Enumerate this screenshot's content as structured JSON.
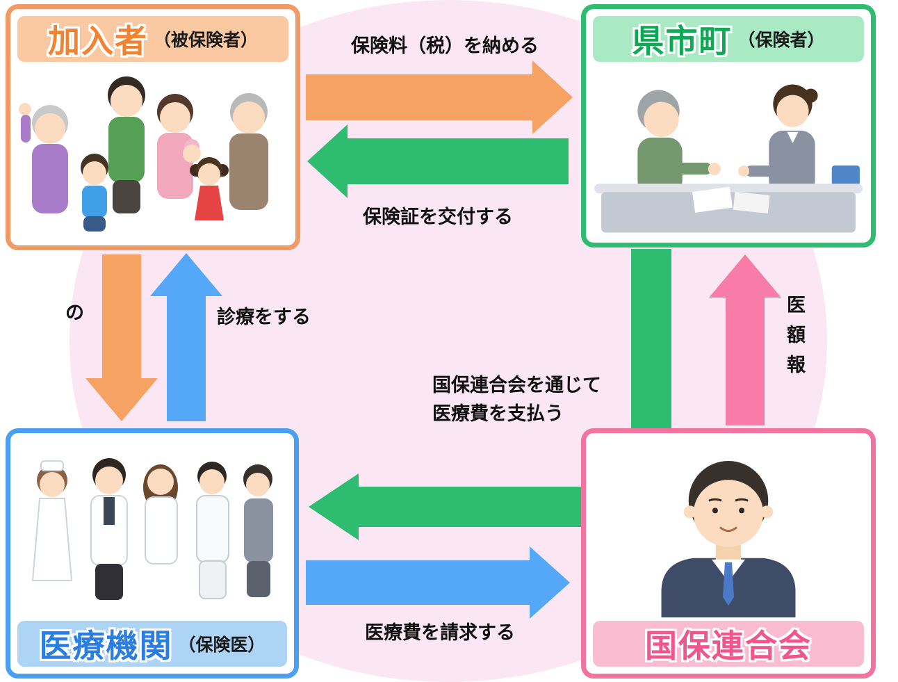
{
  "boxes": {
    "members": {
      "title": "加入者",
      "subtitle": "（被保険者）",
      "accent": "#f09a66",
      "band_bg": "#fac9a2",
      "title_color": "#f08232"
    },
    "insurer": {
      "title": "県市町",
      "subtitle": "（保険者）",
      "accent": "#2ebd70",
      "band_bg": "#a9e9c4",
      "title_color": "#0fa857"
    },
    "medical": {
      "title": "医療機関",
      "subtitle": "（保険医）",
      "accent": "#4a9ff0",
      "band_bg": "#aed4f5",
      "title_color": "#2b7de0"
    },
    "federation": {
      "title": "国保連合会",
      "accent": "#f2739f",
      "band_bg": "#f9bcd0",
      "title_color": "#f0558c"
    }
  },
  "arrows": {
    "pay_premium": {
      "label": "保険料（税）を納める",
      "color": "#f5a263",
      "direction": "right"
    },
    "issue_card": {
      "label": "保険証を交付する",
      "color": "#2ebd70",
      "direction": "left"
    },
    "present_card": {
      "label_partial": "の",
      "color": "#f5a263",
      "direction": "down"
    },
    "provide_care": {
      "label": "診療をする",
      "color": "#55a8f8",
      "direction": "up"
    },
    "pay_via_federation": {
      "label_line1": "国保連合会を通じて",
      "label_line2": "医療費を支払う",
      "color": "#2ebd70",
      "direction": "curved-left"
    },
    "report_amount": {
      "label_partial": "医額報",
      "color": "#f87ca8",
      "direction": "up"
    },
    "claim_costs": {
      "label": "医療費を請求する",
      "color": "#55a8f8",
      "direction": "right"
    }
  },
  "illustrations": {
    "members": "family-icon",
    "insurer": "consultation-icon",
    "medical": "medical-staff-icon",
    "federation": "businessman-icon"
  },
  "background": {
    "circle_color": "#fae7f3"
  }
}
